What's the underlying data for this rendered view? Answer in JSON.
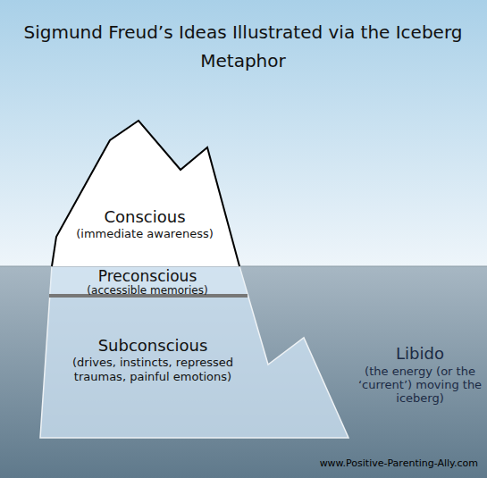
{
  "diagram": {
    "title": "Sigmund Freud’s Ideas Illustrated via the Iceberg Metaphor",
    "nodes": [
      {
        "text": [
          "Conscious",
          "(immediate awareness)"
        ]
      },
      {
        "text": [
          "Preconscious",
          "(accessible memories)"
        ]
      },
      {
        "text": [
          "Subconscious",
          "(drives, instincts, repressed traumas, painful emotions)"
        ]
      }
    ],
    "labels": [
      "Libido",
      "(the energy (or the ‘current’) moving the iceberg)",
      "www.Positive-Parenting-Ally.com"
    ]
  }
}
